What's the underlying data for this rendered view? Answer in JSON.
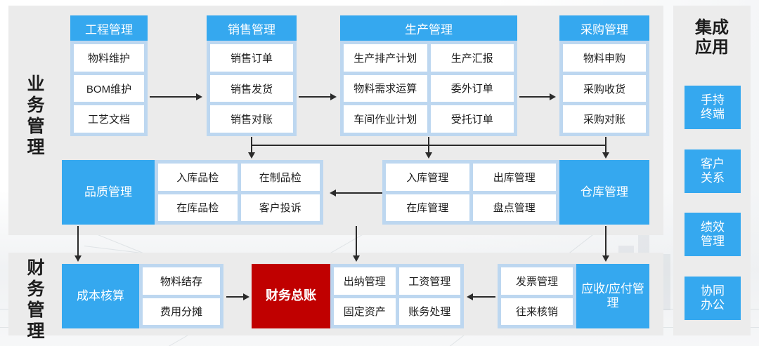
{
  "sections": {
    "business": {
      "label": "业务管理"
    },
    "finance": {
      "label": "财务管理"
    }
  },
  "modules": {
    "engineering": {
      "title": "工程管理",
      "items": [
        "物料维护",
        "BOM维护",
        "工艺文档"
      ]
    },
    "sales": {
      "title": "销售管理",
      "items": [
        "销售订单",
        "销售发货",
        "销售对账"
      ]
    },
    "production": {
      "title": "生产管理",
      "items": [
        "生产排产计划",
        "生产汇报",
        "物料需求运算",
        "委外订单",
        "车间作业计划",
        "受托订单"
      ]
    },
    "purchase": {
      "title": "采购管理",
      "items": [
        "物料申购",
        "采购收货",
        "采购对账"
      ]
    },
    "quality": {
      "title": "品质管理",
      "items": [
        "入库品检",
        "在制品检",
        "在库品检",
        "客户投诉"
      ]
    },
    "warehouse": {
      "title": "仓库管理",
      "items": [
        "入库管理",
        "出库管理",
        "在库管理",
        "盘点管理"
      ]
    },
    "costing": {
      "title": "成本核算",
      "items": [
        "物料结存",
        "费用分摊"
      ]
    },
    "ledger": {
      "title": "财务总账",
      "items": [
        "出纳管理",
        "工资管理",
        "固定资产",
        "账务处理"
      ]
    },
    "arap": {
      "title": "应收/应付管理",
      "items": [
        "发票管理",
        "往来核销"
      ]
    }
  },
  "integrated": {
    "title": "集成\n应用",
    "title_line1": "集成",
    "title_line2": "应用",
    "apps": [
      {
        "line1": "手持",
        "line2": "终端"
      },
      {
        "line1": "客户",
        "line2": "关系"
      },
      {
        "line1": "绩效",
        "line2": "管理"
      },
      {
        "line1": "协同",
        "line2": "办公"
      }
    ]
  },
  "colors": {
    "accent_blue": "#35a8ef",
    "light_blue": "#bdd7f0",
    "panel_grey": "#ebebeb",
    "ledger_red": "#c00000",
    "cell_white": "#ffffff",
    "text_dark": "#1d1d1d"
  }
}
